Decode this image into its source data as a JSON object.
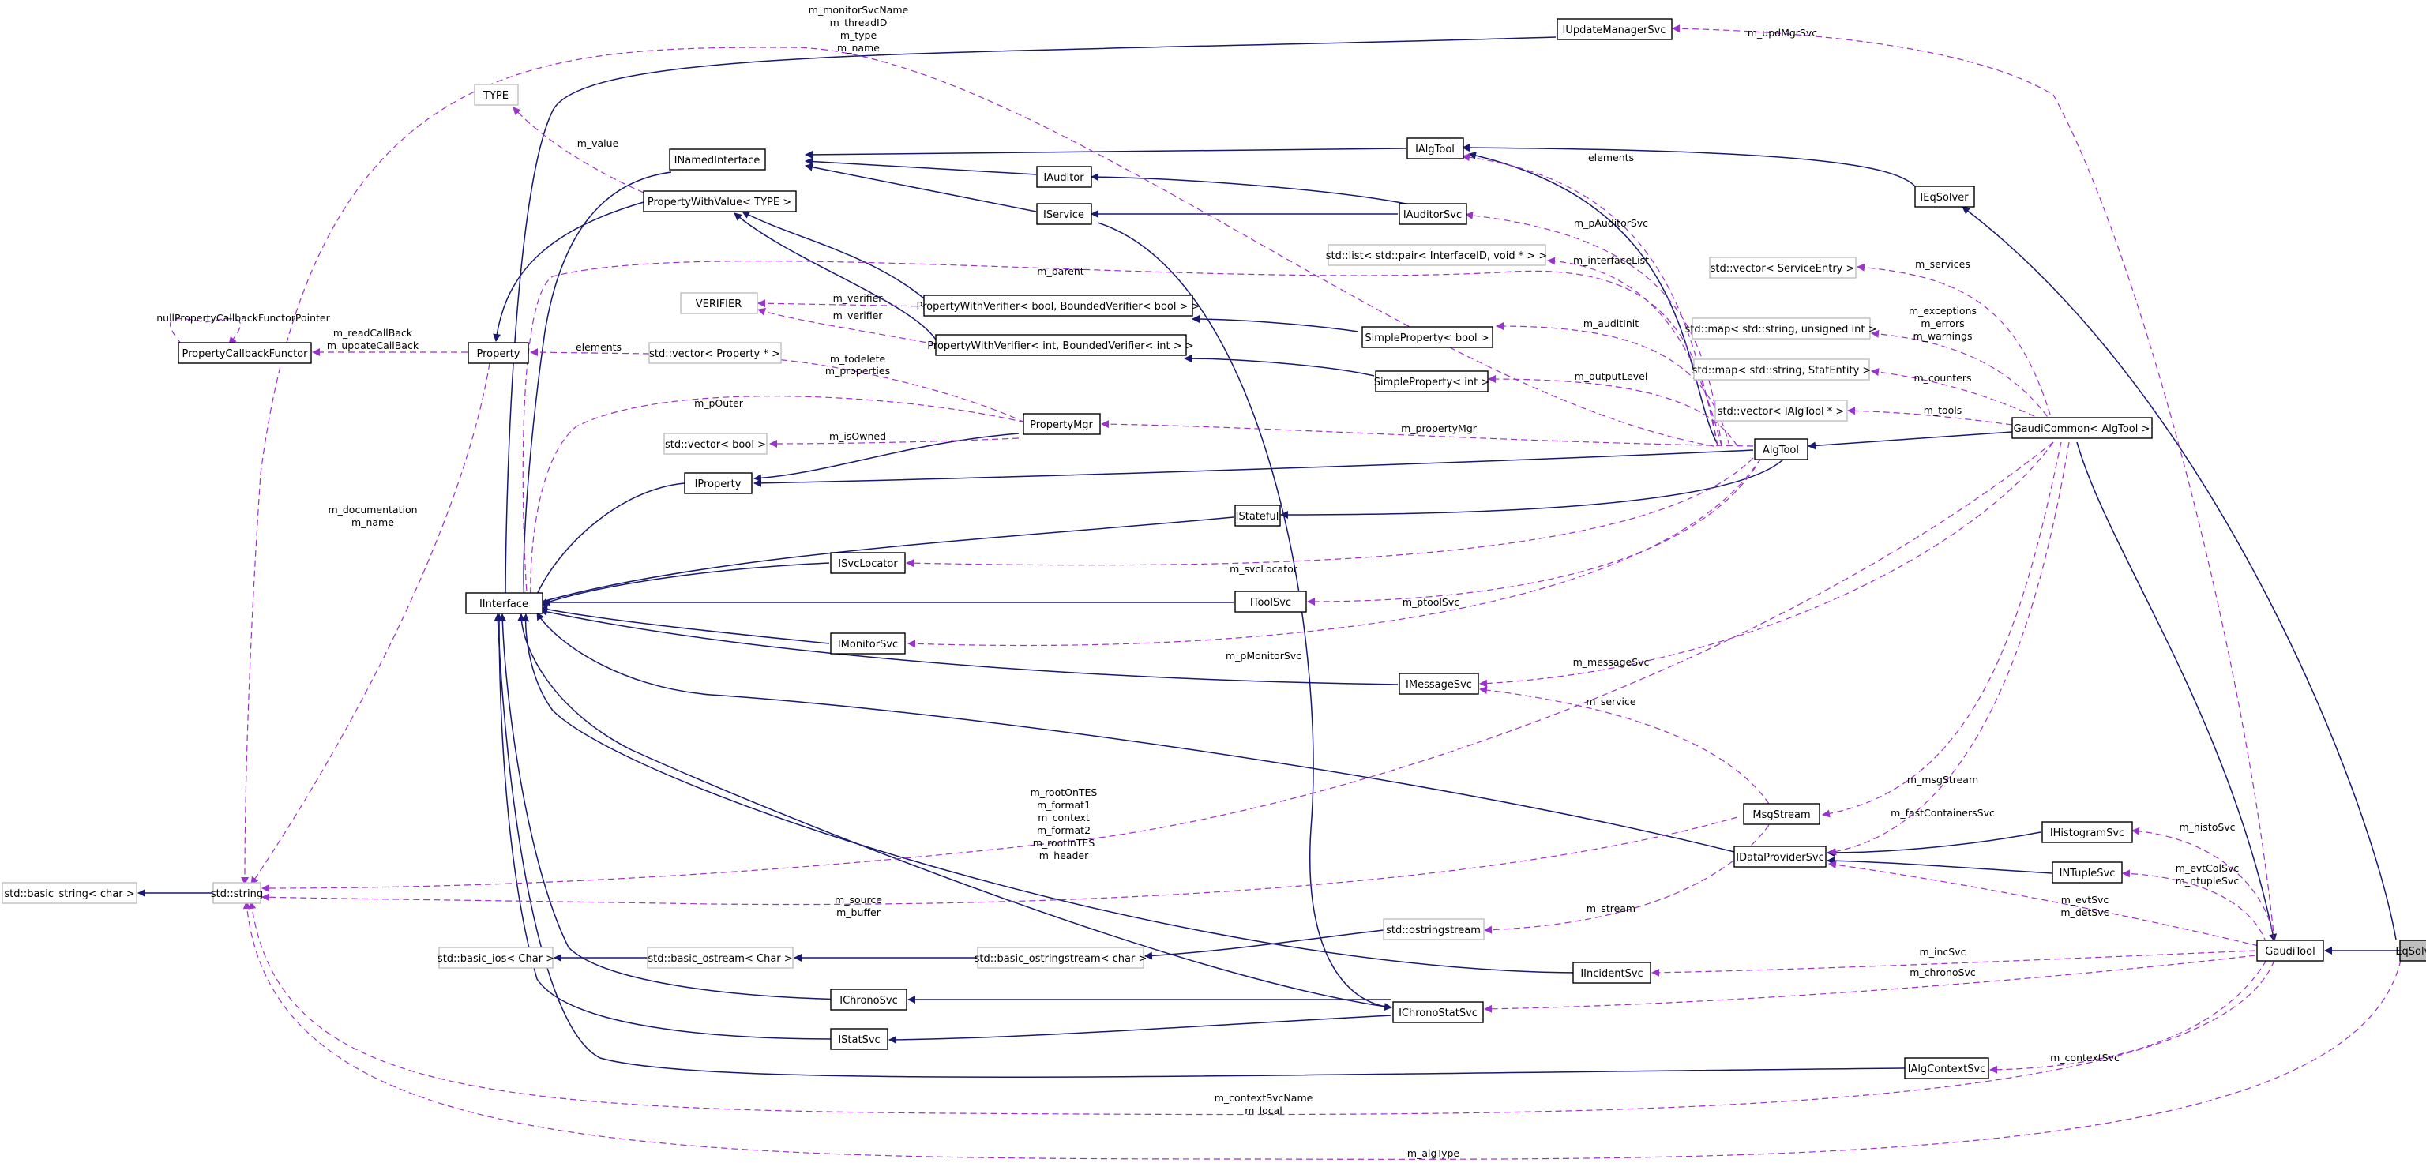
{
  "diagram": {
    "nodes": {
      "IUpdateManagerSvc": "IUpdateManagerSvc",
      "TYPE": "TYPE",
      "INamedInterface": "INamedInterface",
      "IAlgTool": "IAlgTool",
      "IAuditor": "IAuditor",
      "IEqSolver": "IEqSolver",
      "PropertyWithValue": "PropertyWithValue< TYPE >",
      "IService": "IService",
      "IAuditorSvc": "IAuditorSvc",
      "ListPair": "std::list< std::pair< InterfaceID, void * > >",
      "VectorServiceEntry": "std::vector< ServiceEntry >",
      "PWVBool": "PropertyWithVerifier< bool, BoundedVerifier< bool > >",
      "Verifier": "VERIFIER",
      "PWVInt": "PropertyWithVerifier< int, BoundedVerifier< int > >",
      "SimplePropertyBool": "SimpleProperty< bool >",
      "MapUnsigned": "std::map< std::string, unsigned int >",
      "PropertyCallbackFunctor": "PropertyCallbackFunctor",
      "Property": "Property",
      "VectorPropertyPtr": "std::vector< Property * >",
      "SimplePropertyInt": "SimpleProperty< int >",
      "MapStatEntity": "std::map< std::string, StatEntity >",
      "PropertyMgr": "PropertyMgr",
      "VectorIAlgTool": "std::vector< IAlgTool * >",
      "GaudiCommon": "GaudiCommon< AlgTool >",
      "VectorBool": "std::vector< bool >",
      "AlgTool": "AlgTool",
      "IProperty": "IProperty",
      "IStateful": "IStateful",
      "ISvcLocator": "ISvcLocator",
      "IInterface": "IInterface",
      "IToolSvc": "IToolSvc",
      "IMonitorSvc": "IMonitorSvc",
      "IMessageSvc": "IMessageSvc",
      "MsgStream": "MsgStream",
      "IHistogramSvc": "IHistogramSvc",
      "IDataProviderSvc": "IDataProviderSvc",
      "INTupleSvc": "INTupleSvc",
      "BasicString": "std::basic_string< char >",
      "StdString": "std::string",
      "Ostringstream": "std::ostringstream",
      "BasicIos": "std::basic_ios< Char >",
      "BasicOstream": "std::basic_ostream< Char >",
      "BasicOstringstream": "std::basic_ostringstream< char >",
      "GaudiTool": "GaudiTool",
      "EqSolver": "EqSolver",
      "IIncidentSvc": "IIncidentSvc",
      "IChronoSvc": "IChronoSvc",
      "IChronoStatSvc": "IChronoStatSvc",
      "IStatSvc": "IStatSvc",
      "IAlgContextSvc": "IAlgContextSvc"
    },
    "edge_labels": {
      "monitorSvcName": "m_monitorSvcName",
      "threadID": "m_threadID",
      "type": "m_type",
      "name": "m_name",
      "updMgrSvc": "m_updMgrSvc",
      "value": "m_value",
      "elements_top": "elements",
      "pAuditorSvc": "m_pAuditorSvc",
      "interfaceList": "m_interfaceList",
      "services": "m_services",
      "parent": "m_parent",
      "nullPropertyCallbackFunctorPointer": "nullPropertyCallbackFunctorPointer",
      "verifier1": "m_verifier",
      "verifier2": "m_verifier",
      "exceptions": "m_exceptions",
      "errors": "m_errors",
      "warnings": "m_warnings",
      "readCallBack": "m_readCallBack",
      "updateCallBack": "m_updateCallBack",
      "elements_mid": "elements",
      "auditInit": "m_auditInit",
      "todelete": "m_todelete",
      "properties": "m_properties",
      "counters": "m_counters",
      "outputLevel": "m_outputLevel",
      "pOuter": "m_pOuter",
      "tools": "m_tools",
      "isOwned": "m_isOwned",
      "propertyMgr": "m_propertyMgr",
      "documentation": "m_documentation",
      "name_prop": "m_name",
      "svcLocator": "m_svcLocator",
      "ptoolSvc": "m_ptoolSvc",
      "pMonitorSvc": "m_pMonitorSvc",
      "messageSvc": "m_messageSvc",
      "service": "m_service",
      "rootOnTES": "m_rootOnTES",
      "format1": "m_format1",
      "context": "m_context",
      "format2": "m_format2",
      "rootInTES": "m_rootInTES",
      "header": "m_header",
      "msgStream": "m_msgStream",
      "fastContainersSvc": "m_fastContainersSvc",
      "histoSvc": "m_histoSvc",
      "evtColSvc": "m_evtColSvc",
      "ntupleSvc": "m_ntupleSvc",
      "source": "m_source",
      "buffer": "m_buffer",
      "stream": "m_stream",
      "evtSvc": "m_evtSvc",
      "detSvc": "m_detSvc",
      "incSvc": "m_incSvc",
      "chronoSvc": "m_chronoSvc",
      "contextSvc": "m_contextSvc",
      "contextSvcName": "m_contextSvcName",
      "local": "m_local",
      "algType": "m_algType"
    }
  },
  "colors": {
    "inheritance": "#191970",
    "usage": "#9a32cd",
    "node_border": "#000000",
    "external_node_border": "#bfbfbf"
  }
}
